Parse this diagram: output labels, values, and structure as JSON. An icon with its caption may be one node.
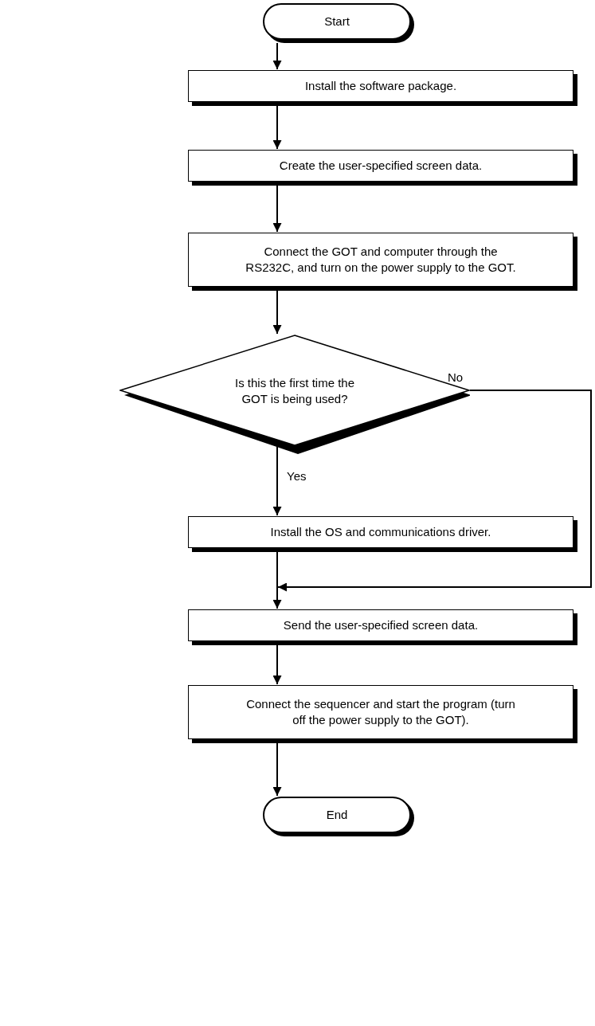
{
  "diagram": {
    "nodes": [
      {
        "text": [
          "Start"
        ]
      },
      {
        "text": [
          "Install the software package."
        ]
      },
      {
        "text": [
          "Create the user-specified screen data."
        ]
      },
      {
        "text": [
          "Connect the GOT and computer through the RS232C, and turn on the power supply to the GOT."
        ]
      },
      {
        "text": [
          "Is this the first time the GOT is being used?"
        ]
      },
      {
        "text": [
          "Install the OS and communications driver."
        ]
      },
      {
        "text": [
          "Send the user-specified screen data."
        ]
      },
      {
        "text": [
          "Connect the sequencer and start the program (turn off the power supply to the GOT)."
        ]
      },
      {
        "text": [
          "End"
        ]
      }
    ],
    "edges": [
      {
        "from": 0,
        "to": 1,
        "arrow": "to"
      },
      {
        "from": 1,
        "to": 2,
        "arrow": "to"
      },
      {
        "from": 2,
        "to": 3,
        "arrow": "to"
      },
      {
        "from": 3,
        "to": 4,
        "arrow": "to"
      },
      {
        "from": 4,
        "to": 5,
        "arrow": "to",
        "label": "Yes"
      },
      {
        "from": 4,
        "to": 6,
        "arrow": "to",
        "label": "No"
      },
      {
        "from": 5,
        "to": 6,
        "arrow": "to"
      },
      {
        "from": 6,
        "to": 7,
        "arrow": "to"
      },
      {
        "from": 7,
        "to": 8,
        "arrow": "to"
      }
    ]
  }
}
